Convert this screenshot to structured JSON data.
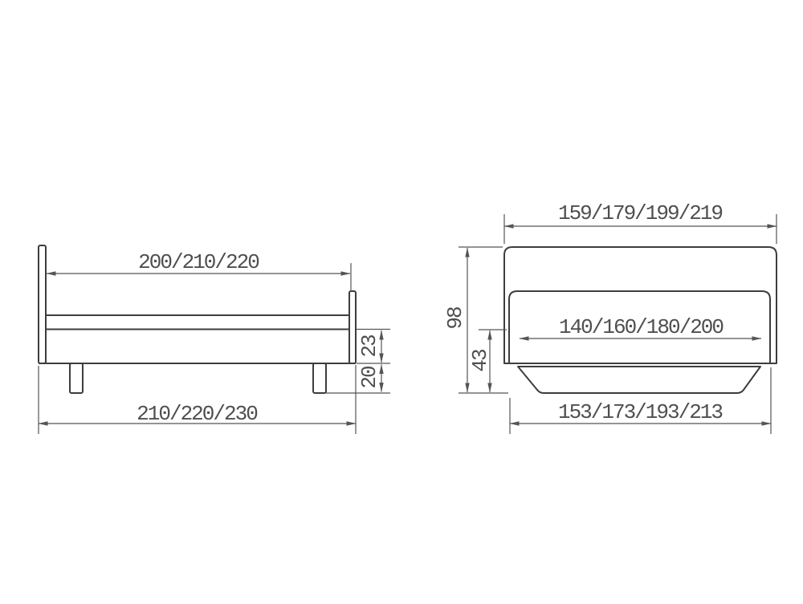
{
  "drawing": {
    "side_view": {
      "inner_length_label": "200/210/220",
      "total_length_label": "210/220/230",
      "frame_height_label": "23",
      "leg_height_label": "20"
    },
    "front_view": {
      "headboard_width_label": "159/179/199/219",
      "mattress_width_label": "140/160/180/200",
      "base_width_label": "153/173/193/213",
      "total_height_label": "98",
      "frame_and_leg_height_label": "43"
    },
    "colors": {
      "background": "#ffffff",
      "object_line": "#3d3d3d",
      "dimension_line": "#555555",
      "text": "#4f4f4f"
    }
  }
}
